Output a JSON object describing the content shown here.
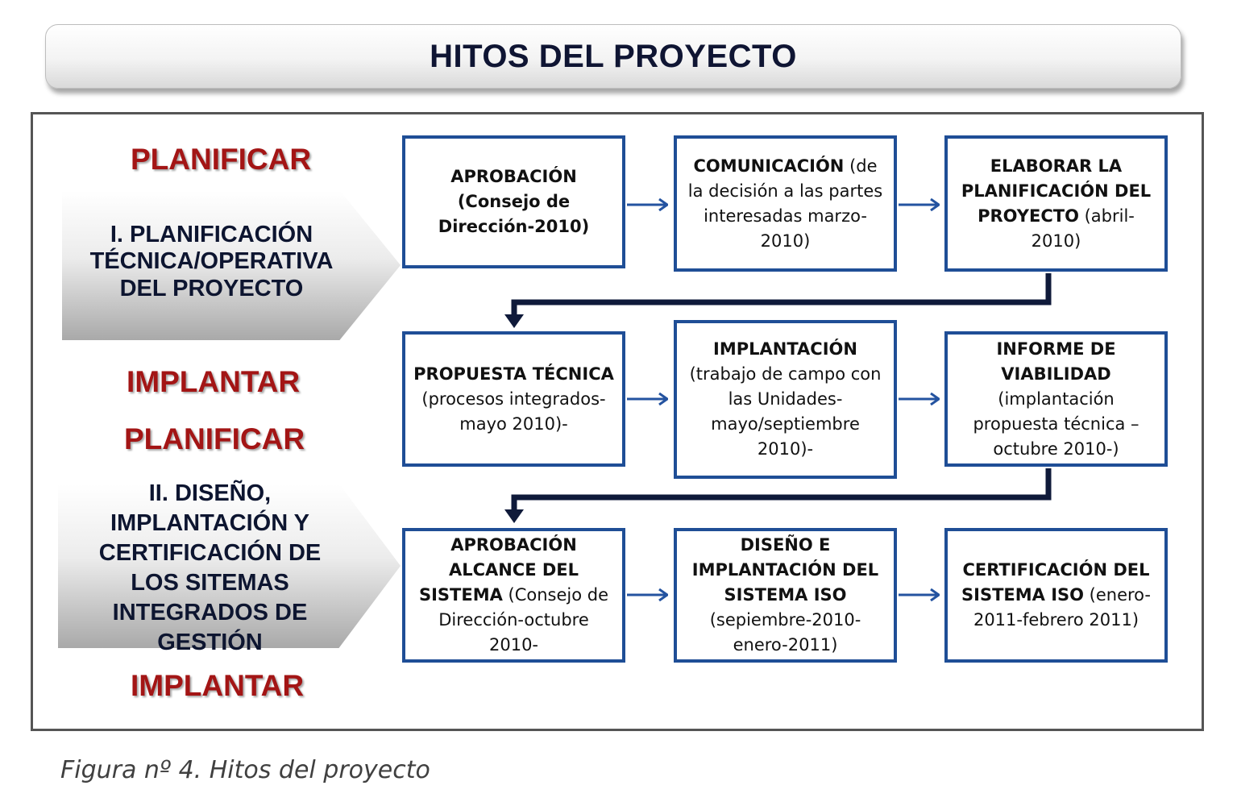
{
  "title": "HITOS DEL PROYECTO",
  "phases": {
    "p1": "PLANIFICAR",
    "i1": "IMPLANTAR",
    "p2": "PLANIFICAR",
    "i2": "IMPLANTAR"
  },
  "sections": {
    "s1": "I. PLANIFICACIÓN\nTÉCNICA/OPERATIVA\nDEL PROYECTO",
    "s2": "II. DISEÑO,\nIMPLANTACIÓN Y\nCERTIFICACIÓN DE\nLOS SITEMAS\nINTEGRADOS DE\nGESTIÓN"
  },
  "boxes": {
    "b1": {
      "bold": "APROBACIÓN (Consejo de Dirección-2010)",
      "rest": ""
    },
    "b2": {
      "bold": "COMUNICACIÓN",
      "rest": " (de la decisión a las partes interesadas marzo-2010)"
    },
    "b3": {
      "bold": "ELABORAR LA PLANIFICACIÓN DEL PROYECTO",
      "rest": "  (abril-2010)"
    },
    "b4": {
      "bold": "PROPUESTA TÉCNICA",
      "rest": " (procesos integrados-mayo 2010)-"
    },
    "b5": {
      "bold": "IMPLANTACIÓN",
      "rest": " (trabajo de campo con las Unidades-mayo/septiembre 2010)-"
    },
    "b6": {
      "bold": "INFORME DE VIABILIDAD",
      "rest": " (implantación propuesta técnica – octubre 2010-)"
    },
    "b7": {
      "bold": "APROBACIÓN ALCANCE DEL SISTEMA",
      "rest": " (Consejo de Dirección-octubre 2010-"
    },
    "b8": {
      "bold": "DISEÑO E IMPLANTACIÓN DEL SISTEMA ISO",
      "rest": " (sepiembre-2010-enero-2011)"
    },
    "b9": {
      "bold": "CERTIFICACIÓN DEL SISTEMA ISO",
      "rest": " (enero-2011-febrero 2011)"
    }
  },
  "caption": "Figura nº 4. Hitos del proyecto",
  "colors": {
    "box_border": "#1f4e96",
    "phase_text": "#a31515",
    "connector": "#0f1a3a"
  }
}
